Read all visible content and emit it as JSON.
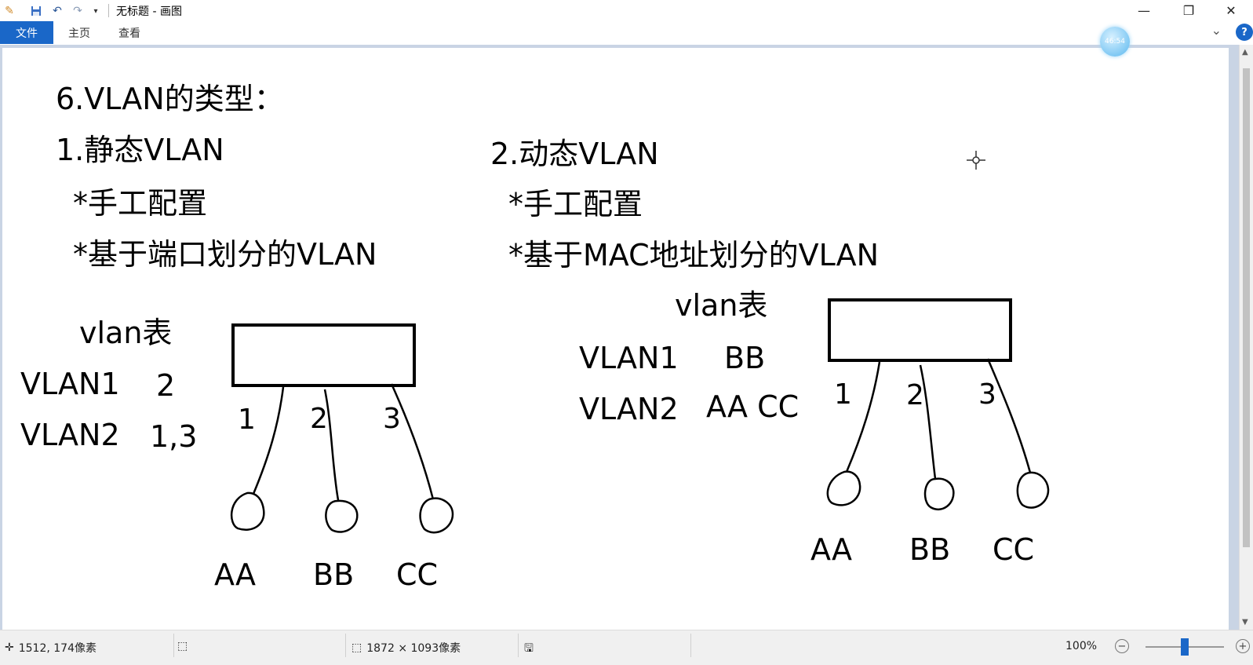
{
  "window": {
    "title": "无标题 - 画图",
    "minimize_glyph": "—",
    "restore_glyph": "❐",
    "close_glyph": "✕"
  },
  "quick_access": {
    "app_icon": "paint-app-icon",
    "save_icon": "save-icon",
    "undo_icon": "undo-icon",
    "redo_icon": "redo-icon",
    "customize_icon": "dropdown-icon"
  },
  "ribbon": {
    "tabs": [
      {
        "label": "文件"
      },
      {
        "label": "主页"
      },
      {
        "label": "查看"
      }
    ],
    "timer_badge": "46:54"
  },
  "canvas": {
    "heading": "6.VLAN的类型：",
    "left": {
      "title": "1.静态VLAN",
      "bullet1": "*手工配置",
      "bullet2": "*基于端口划分的VLAN",
      "table_title": "vlan表",
      "rows": [
        {
          "vlan": "VLAN1",
          "value": "2"
        },
        {
          "vlan": "VLAN2",
          "value": "1,3"
        }
      ],
      "ports": [
        "1",
        "2",
        "3"
      ],
      "hosts": [
        "AA",
        "BB",
        "CC"
      ]
    },
    "right": {
      "title": "2.动态VLAN",
      "bullet1": "*手工配置",
      "bullet2": "*基于MAC地址划分的VLAN",
      "table_title": "vlan表",
      "rows": [
        {
          "vlan": "VLAN1",
          "value": "BB"
        },
        {
          "vlan": "VLAN2",
          "value": "AA CC"
        }
      ],
      "ports": [
        "1",
        "2",
        "3"
      ],
      "hosts": [
        "AA",
        "BB",
        "CC"
      ]
    }
  },
  "status": {
    "cursor_position": "1512, 174像素",
    "selection_size": "",
    "image_size": "1872 × 1093像素",
    "zoom": "100%"
  }
}
